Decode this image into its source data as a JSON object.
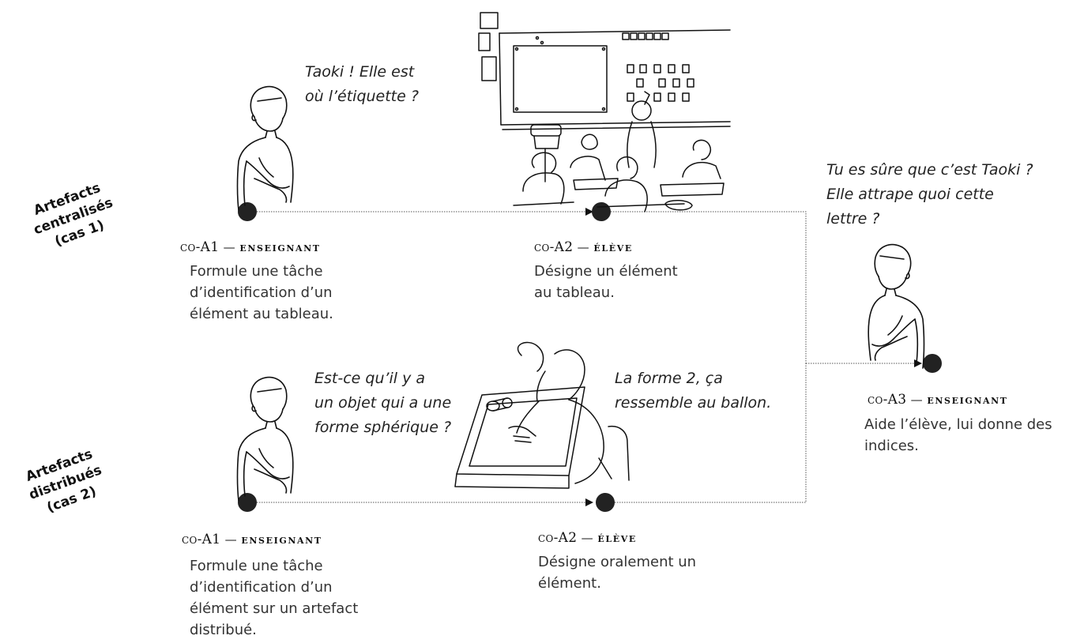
{
  "row_labels": {
    "case1": "Artefacts\ncentralisés\n(cas 1)",
    "case2": "Artefacts\ndistribués\n(cas 2)"
  },
  "case1": {
    "a1": {
      "speech": "Taoki ! Elle est\noù l’étiquette ?",
      "code": "co-A1",
      "dash": "—",
      "role": "enseignant",
      "description": "Formule une tâche\nd’identification d’un\nélément au tableau."
    },
    "a2": {
      "code": "co-A2",
      "dash": "—",
      "role": "élève",
      "description": "Désigne un élément\nau tableau."
    }
  },
  "case2": {
    "a1": {
      "speech": "Est-ce qu’il y a\nun objet qui a une\nforme sphérique ?",
      "code": "co-A1",
      "dash": "—",
      "role": "enseignant",
      "description": "Formule une tâche\nd’identification d’un\nélément sur un artefact\ndistribué."
    },
    "a2": {
      "speech": "La forme 2, ça\nressemble au ballon.",
      "code": "co-A2",
      "dash": "—",
      "role": "élève",
      "description": "Désigne oralement un\nélément."
    }
  },
  "a3": {
    "speech": "Tu es sûre que c’est Taoki ?\nElle attrape quoi cette\nlettre ?",
    "code": "co-A3",
    "dash": "—",
    "role": "enseignant",
    "description": "Aide l’élève, lui donne des\nindices."
  },
  "icons": {
    "teacher": "teacher-figure-icon",
    "classroom": "classroom-board-sketch",
    "pupil": "pupil-at-desk-sketch",
    "node": "dot-node"
  }
}
